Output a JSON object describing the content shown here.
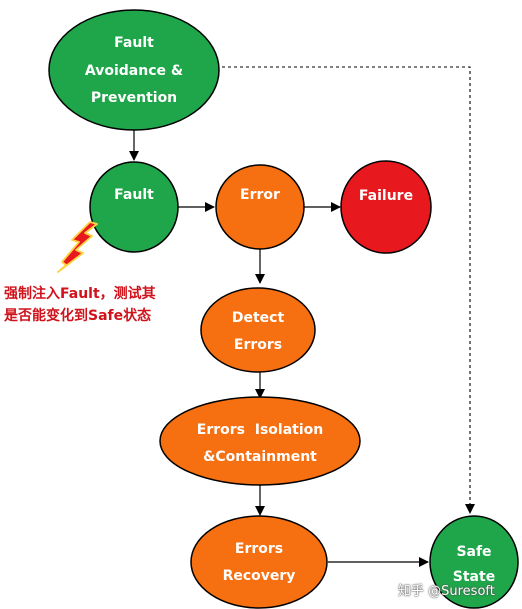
{
  "colors": {
    "green": "#1fa64a",
    "orange": "#f66f10",
    "red": "#e8191e",
    "outline": "#000000",
    "annotation": "#d0121b",
    "lightning_fill": "#e8191e",
    "lightning_edge": "#ffd23f"
  },
  "nodes": {
    "fault_avoidance": {
      "lines": [
        "Fault",
        "Avoidance &",
        "Prevention"
      ]
    },
    "fault": {
      "lines": [
        "Fault"
      ]
    },
    "error": {
      "lines": [
        "Error"
      ]
    },
    "failure": {
      "lines": [
        "Failure"
      ]
    },
    "detect_errors": {
      "lines": [
        "Detect",
        "Errors"
      ]
    },
    "errors_isolation": {
      "lines": [
        "Errors  Isolation",
        "&Containment"
      ]
    },
    "errors_recovery": {
      "lines": [
        "Errors",
        "Recovery"
      ]
    },
    "safe_state": {
      "lines": [
        "Safe",
        "State"
      ]
    }
  },
  "annotation": {
    "line1": "强制注入Fault，测试其",
    "line2": "是否能变化到Safe状态"
  },
  "lightning_icon": "lightning-bolt-icon",
  "watermark": "知乎 @Suresoft"
}
